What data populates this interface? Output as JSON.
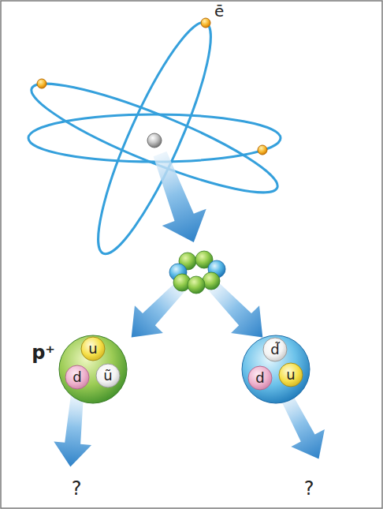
{
  "diagram": {
    "nodes": [
      {
        "text": [
          "p⁺"
        ]
      },
      {
        "text": [
          "u"
        ],
        "in": 0
      },
      {
        "text": [
          "d"
        ],
        "in": 0
      },
      {
        "text": [
          "ũ"
        ],
        "in": 0
      },
      {
        "text": []
      },
      {
        "text": [
          "d̃"
        ],
        "in": 4
      },
      {
        "text": [
          "d"
        ],
        "in": 4
      },
      {
        "text": [
          "u"
        ],
        "in": 4
      }
    ],
    "labels": [
      "ē",
      "?",
      "?"
    ]
  }
}
